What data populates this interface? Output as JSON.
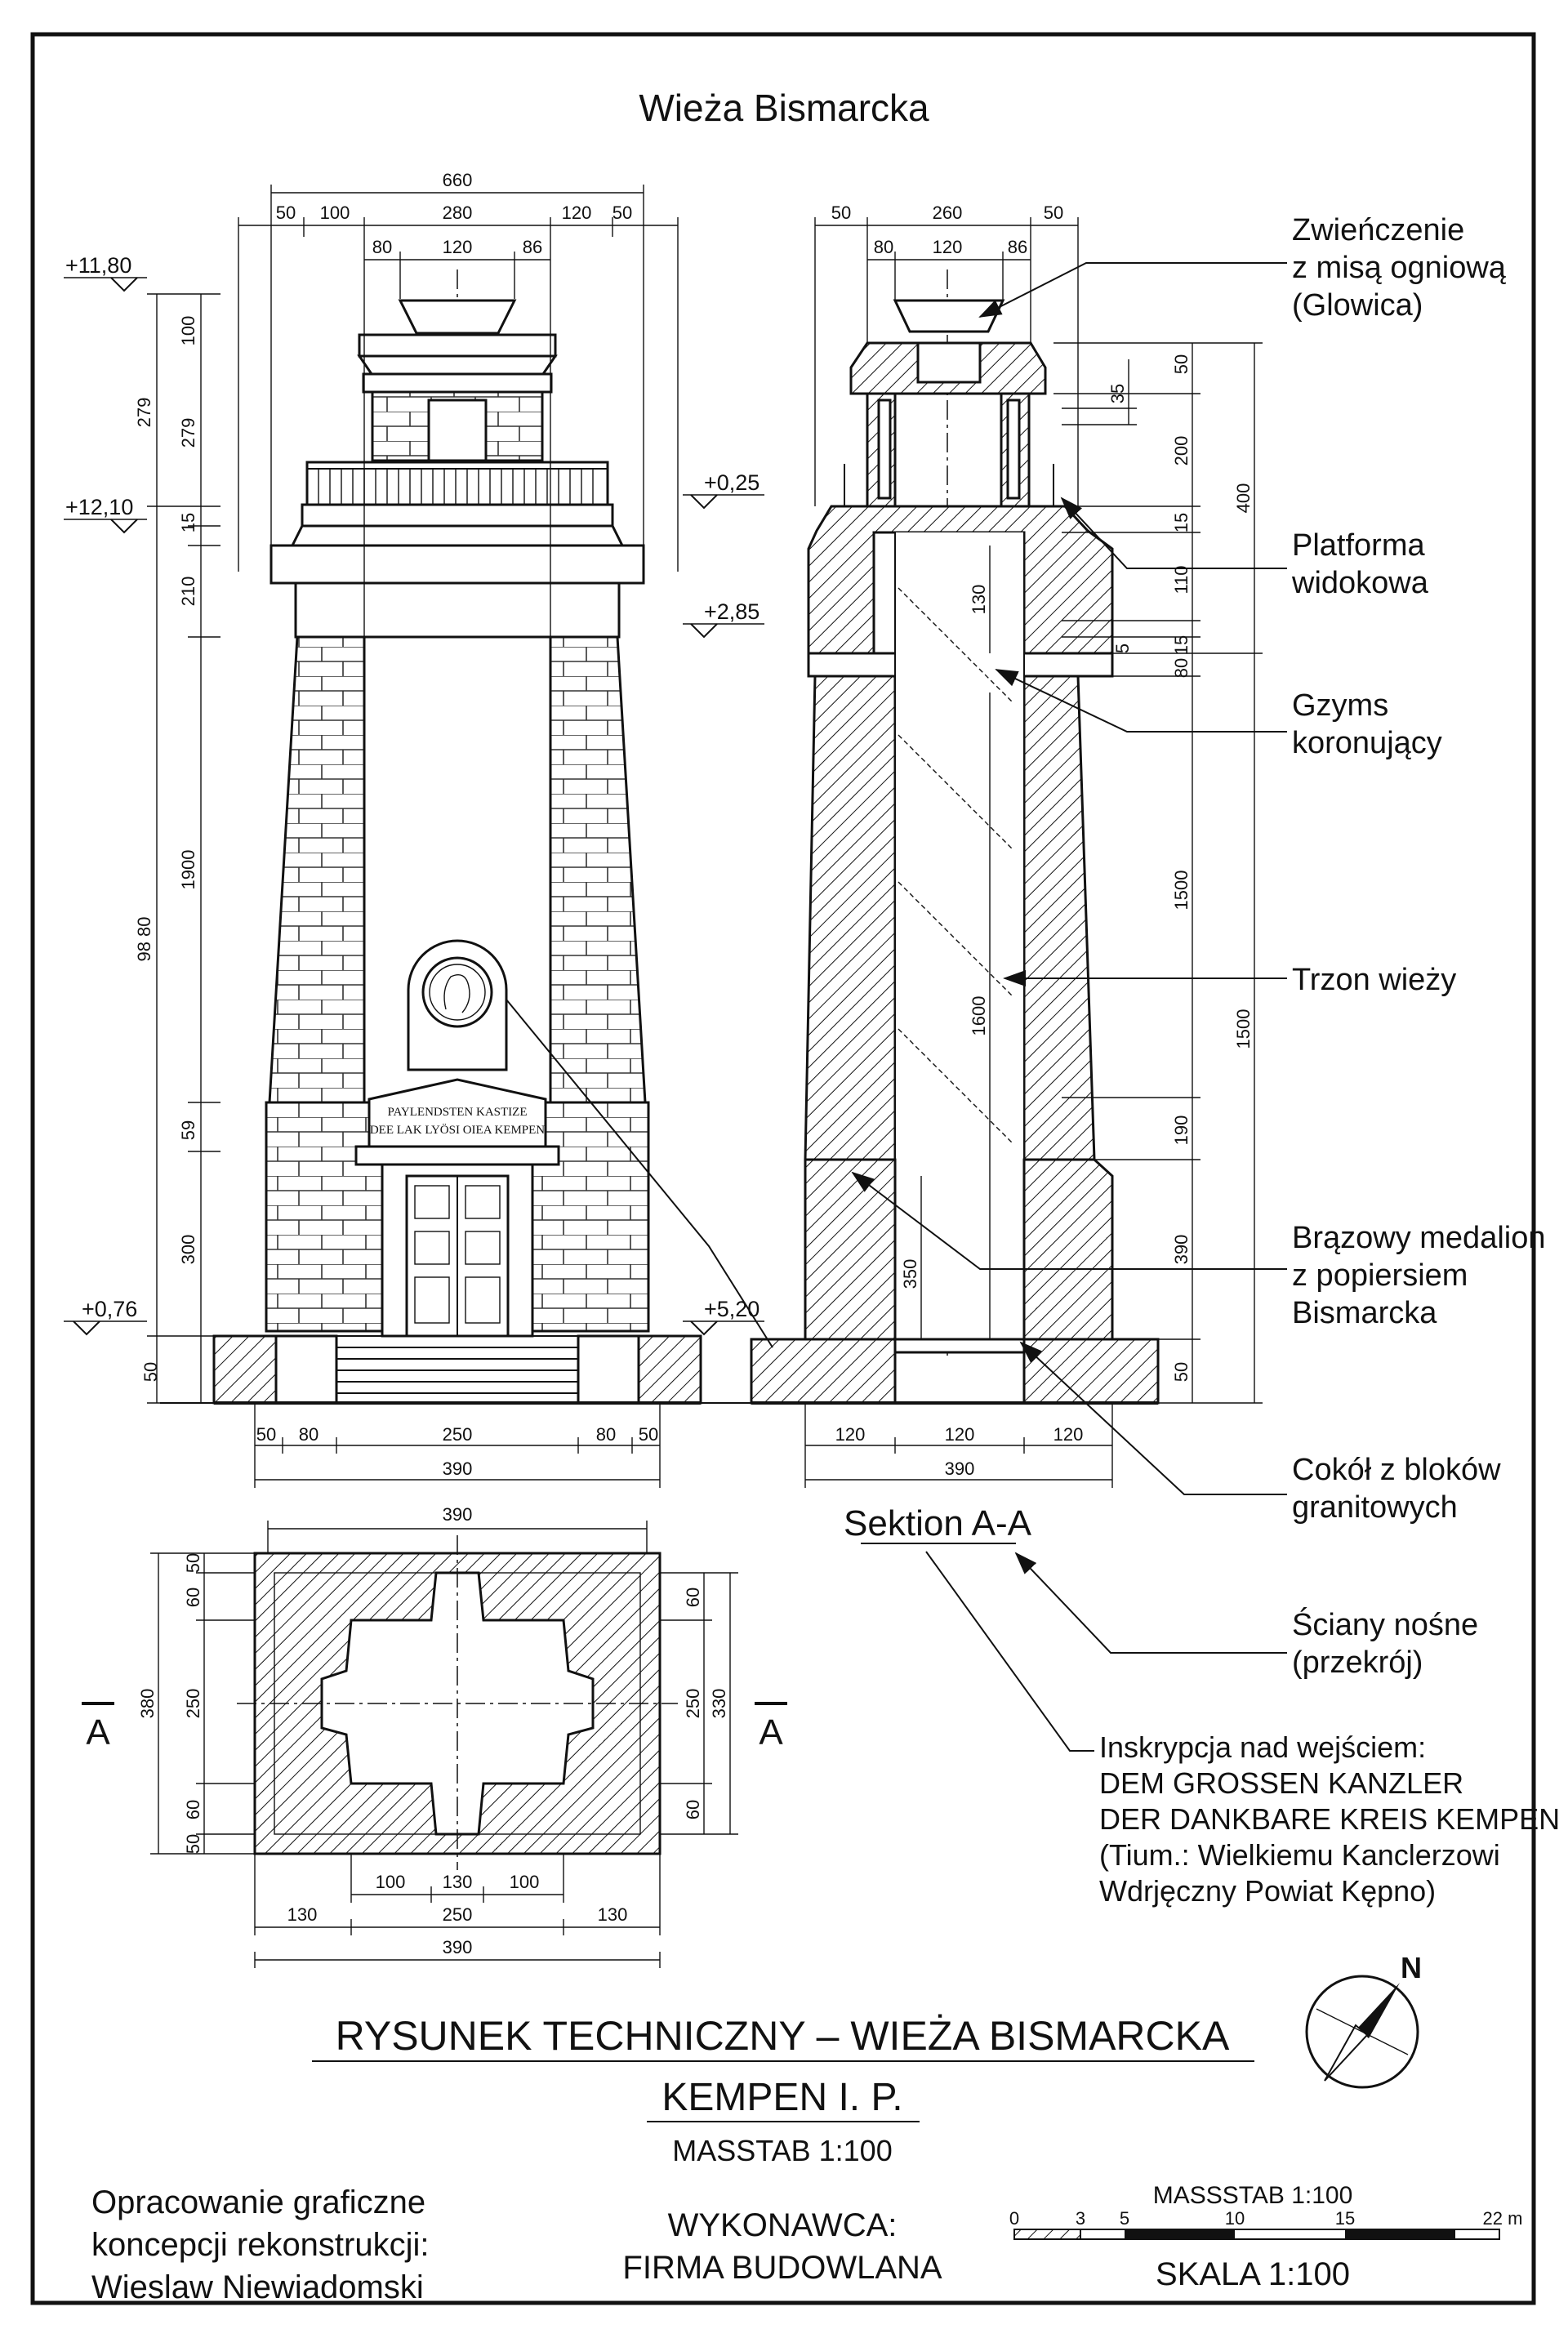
{
  "title": "Wieża Bismarcka",
  "main_title": "RYSUNEK TECHNICZNY – WIEŻA BISMARCKA",
  "location": "KEMPEN I. P.",
  "masstab": "MASSTAB 1:100",
  "author": [
    "Opracowanie graficzne",
    "koncepcji rekonstrukcji:",
    "Wieslaw Niewiadomski"
  ],
  "contractor": [
    "WYKONAWCA:",
    "FIRMA BUDOWLANA"
  ],
  "scale_bar": {
    "title": "MASSSTAB  1:100",
    "ticks": [
      "0",
      "3",
      "5",
      "10",
      "15",
      "22 m"
    ],
    "caption": "SKALA 1:100"
  },
  "north": "N",
  "section_title": "Sektion A-A",
  "section_marks": [
    "A",
    "A"
  ],
  "plaque": [
    "PAYLENDSTEN KASTIZE",
    "DEE LAK LYÖSI OIEA KEMPEN"
  ],
  "labels": {
    "crown": [
      "Zwieńczenie",
      "z misą ogniową",
      "(Glowica)"
    ],
    "platform": [
      "Platforma",
      "widokowa"
    ],
    "cornice": [
      "Gzyms",
      "koronujący"
    ],
    "shaft": [
      "Trzon wieży"
    ],
    "medallion": [
      "Brązowy medalion",
      "z popiersiem",
      "Bismarcka"
    ],
    "plinth": [
      "Cokół z bloków",
      "granitowych"
    ],
    "walls": [
      "Ściany nośne",
      "(przekrój)"
    ],
    "inscription": [
      "Inskrypcja nad wejściem:",
      "DEM GROSSEN KANZLER",
      "DER DANKBARE KREIS KEMPEN",
      "(Tium.: Wielkiemu Kanclerzowi",
      "Wdrjęczny Powiat Kępno)"
    ]
  },
  "levels": [
    "+11,80",
    "+12,10",
    "+0,76",
    "+0,25",
    "+2,85",
    "+5,20"
  ],
  "elevation_dims": {
    "top": [
      "660",
      "50",
      "100",
      "280",
      "120",
      "50",
      "80",
      "120",
      "86"
    ],
    "left_vertical": [
      "279",
      "98 80",
      "100",
      "279",
      "15",
      "210",
      "1900",
      "59",
      "300",
      "50"
    ],
    "bottom": [
      "50",
      "80",
      "250",
      "80",
      "50",
      "390"
    ]
  },
  "section_dims": {
    "top": [
      "50",
      "260",
      "50",
      "80",
      "120",
      "86"
    ],
    "right_vertical": [
      "50",
      "35",
      "200",
      "15",
      "110",
      "5",
      "15",
      "80",
      "1500",
      "190",
      "390",
      "50",
      "400",
      "1500"
    ],
    "inner": [
      "130",
      "1600",
      "350"
    ],
    "bottom": [
      "120",
      "120",
      "120",
      "390"
    ]
  },
  "plan_dims": {
    "top": [
      "390"
    ],
    "left": [
      "50",
      "60",
      "250",
      "60",
      "50",
      "380"
    ],
    "right": [
      "60",
      "250",
      "60",
      "330"
    ],
    "bottom_inner": [
      "100",
      "130",
      "100"
    ],
    "bottom_mid": [
      "130",
      "250",
      "130"
    ],
    "bottom": [
      "390"
    ]
  }
}
